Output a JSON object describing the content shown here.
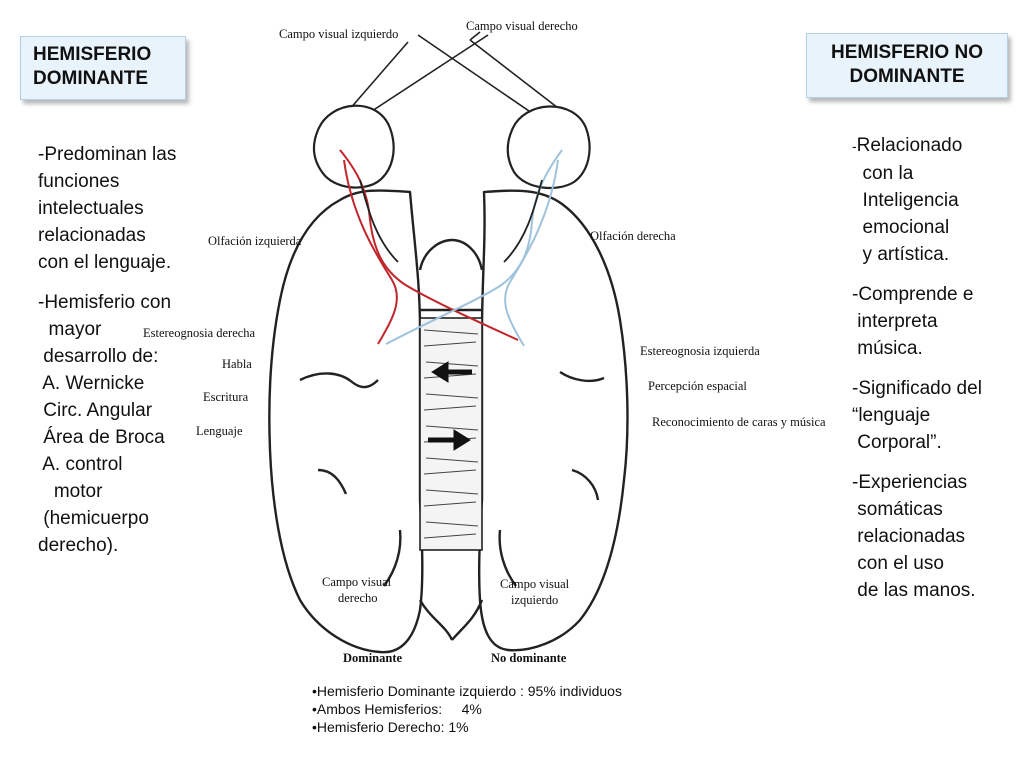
{
  "left_box": {
    "line1": "HEMISFERIO",
    "line2": "DOMINANTE"
  },
  "right_box": {
    "line1": "HEMISFERIO NO",
    "line2": "DOMINANTE"
  },
  "left_text": {
    "p1": [
      "-Predominan las",
      "funciones",
      "intelectuales",
      "relacionadas",
      "con el lenguaje."
    ],
    "p2": [
      "-Hemisferio con",
      "  mayor",
      " desarrollo de:",
      " A. Wernicke",
      " Circ. Angular",
      " Área de Broca",
      " A. control",
      "   motor",
      " (hemicuerpo",
      "derecho)."
    ]
  },
  "right_text": {
    "p1_dash": "-",
    "p1": [
      "Relacionado",
      "  con la",
      "  Inteligencia",
      "  emocional",
      "  y artística."
    ],
    "p2": [
      "-Comprende e",
      " interpreta",
      " música."
    ],
    "p3": [
      "-Significado del",
      "“lenguaje",
      " Corporal”."
    ],
    "p4": [
      "-Experiencias",
      " somáticas",
      " relacionadas",
      " con el uso",
      " de las manos."
    ]
  },
  "diagram": {
    "campo_visual_izquierdo": "Campo visual izquierdo",
    "campo_visual_derecho": "Campo visual derecho",
    "olfacion_izquierda": "Olfación izquierda",
    "olfacion_derecha": "Olfación derecha",
    "estereognosia_derecha": "Estereognosia derecha",
    "habla": "Habla",
    "escritura": "Escritura",
    "lenguaje": "Lenguaje",
    "estereognosia_izquierda": "Estereognosia izquierda",
    "percepcion_espacial": "Percepción espacial",
    "reconocimiento": "Reconocimiento de caras y música",
    "campo_visual_derecho_low_1": "Campo visual",
    "campo_visual_derecho_low_2": "derecho",
    "campo_visual_izquierdo_low_1": "Campo visual",
    "campo_visual_izquierdo_low_2": "izquierdo",
    "dominante": "Dominante",
    "no_dominante": "No dominante"
  },
  "stats": [
    "•Hemisferio Dominante izquierdo : 95% individuos",
    "•Ambos Hemisferios:     4%",
    "•Hemisferio Derecho: 1%"
  ],
  "colors": {
    "box_fill": "#e9f3fb",
    "red_path": "#c0272d",
    "blue_path": "#9fc3dd"
  }
}
